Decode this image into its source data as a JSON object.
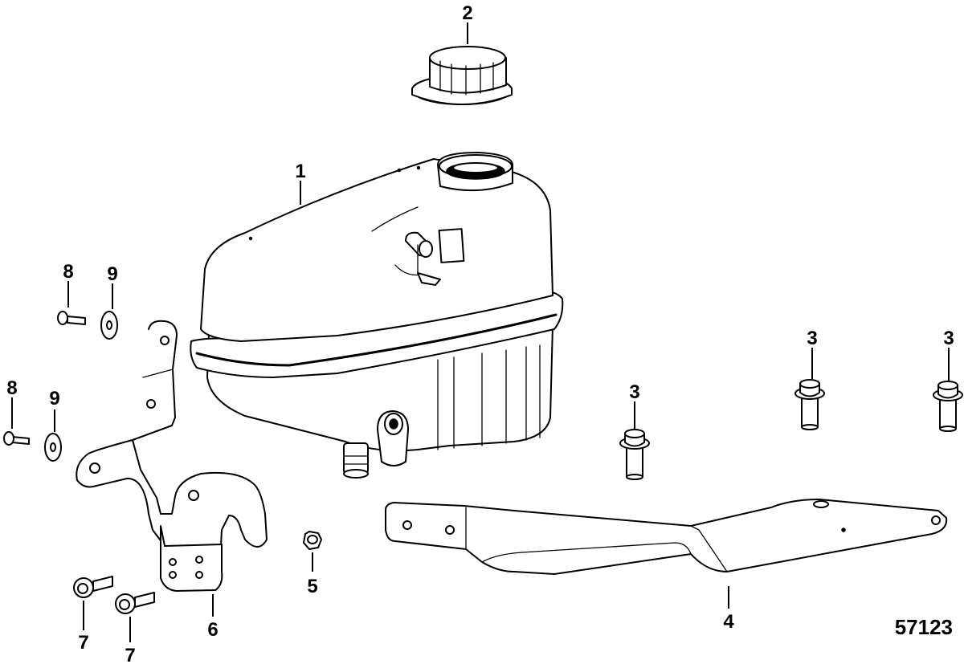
{
  "figure_number": "57123",
  "callouts": [
    {
      "id": "c1",
      "label": "1"
    },
    {
      "id": "c2",
      "label": "2"
    },
    {
      "id": "c3a",
      "label": "3"
    },
    {
      "id": "c3b",
      "label": "3"
    },
    {
      "id": "c3c",
      "label": "3"
    },
    {
      "id": "c4",
      "label": "4"
    },
    {
      "id": "c5",
      "label": "5"
    },
    {
      "id": "c6",
      "label": "6"
    },
    {
      "id": "c7a",
      "label": "7"
    },
    {
      "id": "c7b",
      "label": "7"
    },
    {
      "id": "c8a",
      "label": "8"
    },
    {
      "id": "c8b",
      "label": "8"
    },
    {
      "id": "c9a",
      "label": "9"
    },
    {
      "id": "c9b",
      "label": "9"
    }
  ]
}
